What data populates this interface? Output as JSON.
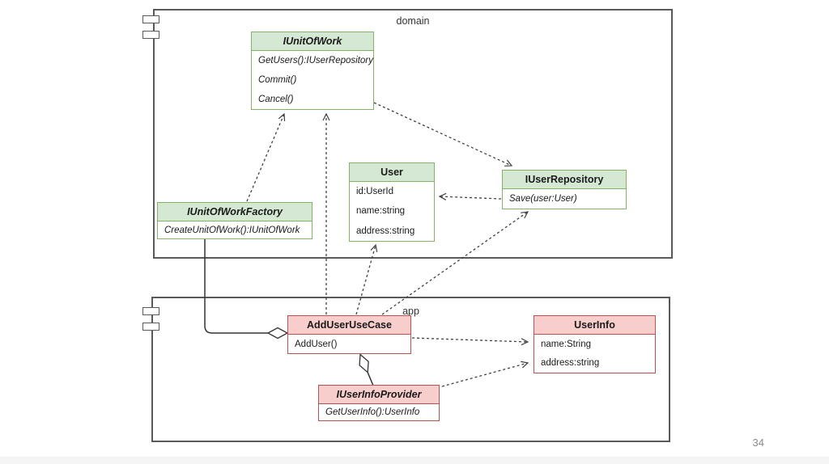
{
  "slide": {
    "page_number": "34"
  },
  "colors": {
    "interface_fill": "#d5e8d4",
    "interface_border": "#82b366",
    "app_fill": "#f8cecc",
    "app_border": "#b85450",
    "frame_border": "#595959",
    "text": "#1a1a1a",
    "page_number_text": "#8a8a8a"
  },
  "packages": {
    "domain": {
      "label": "domain"
    },
    "app": {
      "label": "app"
    }
  },
  "classes": {
    "iunitofwork": {
      "name": "IUnitOfWork",
      "stereotype": "interface",
      "package": "domain",
      "members": [
        "GetUsers():IUserRepository",
        "Commit()",
        "Cancel()"
      ]
    },
    "user": {
      "name": "User",
      "stereotype": "class",
      "package": "domain",
      "members": [
        "id:UserId",
        "name:string",
        "address:string"
      ]
    },
    "iuserrepository": {
      "name": "IUserRepository",
      "stereotype": "interface",
      "package": "domain",
      "members": [
        "Save(user:User)"
      ]
    },
    "iunitofworkfactory": {
      "name": "IUnitOfWorkFactory",
      "stereotype": "interface",
      "package": "domain",
      "members": [
        "CreateUnitOfWork():IUnitOfWork"
      ]
    },
    "adduserusecase": {
      "name": "AddUserUseCase",
      "stereotype": "class",
      "package": "app",
      "members": [
        "AddUser()"
      ]
    },
    "userinfo": {
      "name": "UserInfo",
      "stereotype": "class",
      "package": "app",
      "members": [
        "name:String",
        "address:string"
      ]
    },
    "iuserinfoprovider": {
      "name": "IUserInfoProvider",
      "stereotype": "interface",
      "package": "app",
      "members": [
        "GetUserInfo():UserInfo"
      ]
    }
  },
  "relations": [
    {
      "from": "IUnitOfWorkFactory",
      "to": "IUnitOfWork",
      "style": "dashed-open-arrow"
    },
    {
      "from": "AddUserUseCase",
      "to": "IUnitOfWork",
      "style": "dashed-open-arrow"
    },
    {
      "from": "AddUserUseCase",
      "to": "User",
      "style": "dashed-open-arrow"
    },
    {
      "from": "AddUserUseCase",
      "to": "IUserRepository",
      "style": "dashed-open-arrow"
    },
    {
      "from": "IUnitOfWork",
      "to": "IUserRepository",
      "style": "dashed-open-arrow"
    },
    {
      "from": "IUserRepository",
      "to": "User",
      "style": "dashed-open-arrow"
    },
    {
      "from": "AddUserUseCase",
      "to": "UserInfo",
      "style": "dashed-open-arrow"
    },
    {
      "from": "IUserInfoProvider",
      "to": "UserInfo",
      "style": "dashed-open-arrow"
    },
    {
      "from": "AddUserUseCase",
      "to": "IUnitOfWorkFactory",
      "style": "solid-aggregation-diamond"
    },
    {
      "from": "AddUserUseCase",
      "to": "IUserInfoProvider",
      "style": "solid-aggregation-diamond"
    }
  ]
}
